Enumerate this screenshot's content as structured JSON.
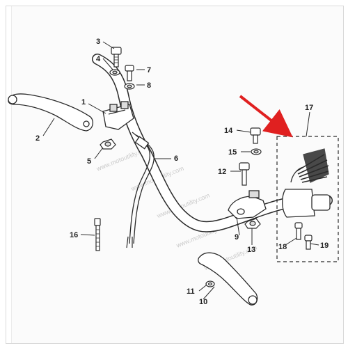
{
  "diagram": {
    "callouts": {
      "c1": "1",
      "c2": "2",
      "c3": "3",
      "c4": "4",
      "c5": "5",
      "c6": "6",
      "c7": "7",
      "c8": "8",
      "c9": "9",
      "c10": "10",
      "c11": "11",
      "c12": "12",
      "c13": "13",
      "c14": "14",
      "c15": "15",
      "c16": "16",
      "c17": "17",
      "c18": "18",
      "c19": "19"
    },
    "watermark": "www.motoutility.com",
    "colors": {
      "line": "#2a2a2a",
      "highlight_arrow": "#e02020",
      "part_fill": "#ffffff",
      "shade": "#dcdcdc"
    }
  }
}
